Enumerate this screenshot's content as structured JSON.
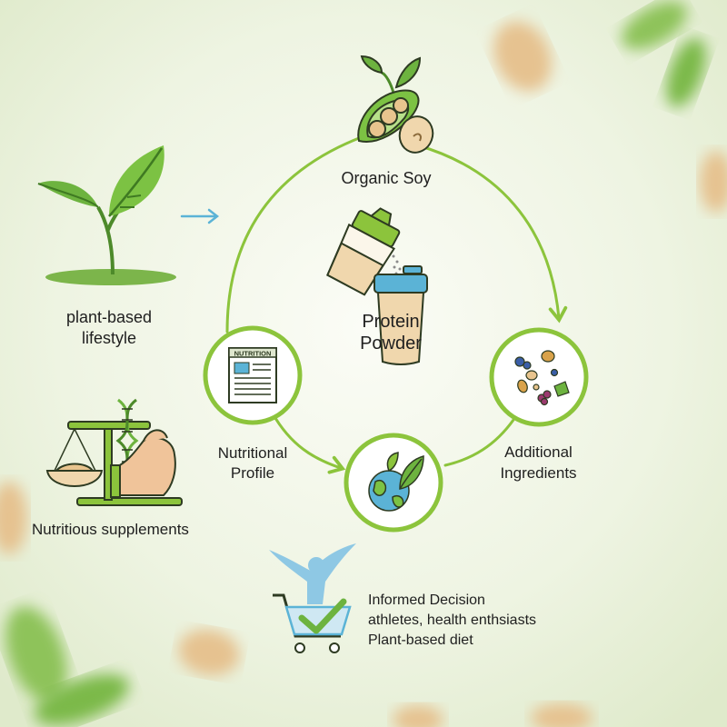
{
  "labels": {
    "organic_soy": "Organic Soy",
    "protein_powder_line1": "Protein",
    "protein_powder_line2": "Powder",
    "plant_based_line1": "plant-based",
    "plant_based_line2": "lifestyle",
    "nutritional_line1": "Nutritional",
    "nutritional_line2": "Profile",
    "additional_line1": "Additional",
    "additional_line2": "Ingredients",
    "supplements": "Nutritious supplements",
    "informed_decision": "Informed Decision",
    "athletes": "athletes, health enthsiasts",
    "plant_diet": "Plant-based diet",
    "nutrition_card_heading": "NUTRITION"
  },
  "colors": {
    "accent_green": "#8cc43c",
    "dark_green": "#4d8a2a",
    "leaf_green": "#6db33f",
    "soy_tan": "#e8c48e",
    "blue_accent": "#5bb3d6",
    "background": "#eef4e2"
  },
  "icons": {
    "sprout": "sprout-icon",
    "soy": "soybean-pod-icon",
    "shaker": "protein-shaker-icon",
    "nutrition": "nutrition-label-icon",
    "earth": "earth-leaf-icon",
    "ingredients": "mixed-ingredients-icon",
    "scale": "balance-scale-dna-icon",
    "cart": "shopping-cart-check-icon"
  }
}
